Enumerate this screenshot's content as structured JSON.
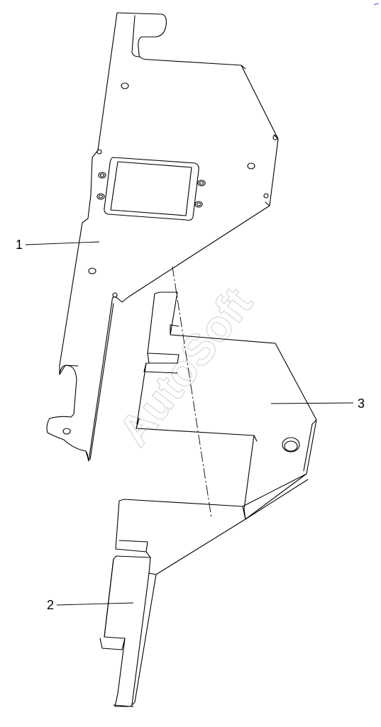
{
  "callouts": [
    {
      "label": "1"
    },
    {
      "label": "2"
    },
    {
      "label": "3"
    }
  ],
  "watermark": "AutoSoft",
  "colors": {
    "line": "#000000",
    "background": "#ffffff",
    "watermark": "#e6e6e6",
    "corner_mark": "#3b5bdb"
  }
}
